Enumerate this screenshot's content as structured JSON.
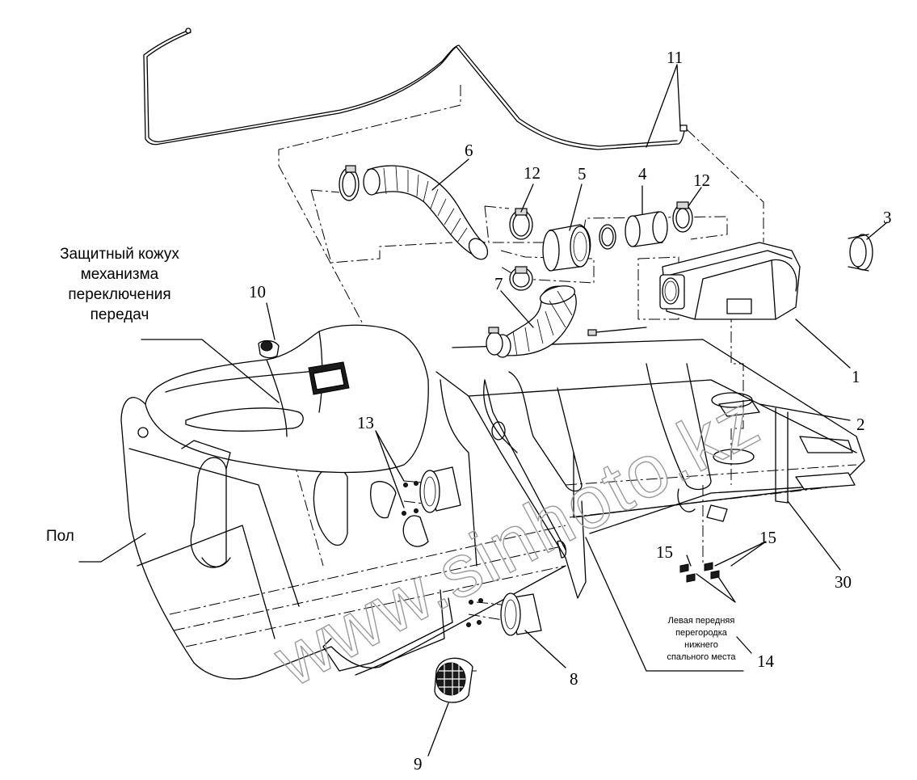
{
  "watermark": "www.sinhoto.kz",
  "labels": {
    "cover_line1": "Защитный кожух",
    "cover_line2": "механизма",
    "cover_line3": "переключения",
    "cover_line4": "передач",
    "floor": "Пол",
    "partition_line1": "Левая передняя",
    "partition_line2": "перегородка",
    "partition_line3": "нижнего",
    "partition_line4": "спального места"
  },
  "callouts": {
    "n1": "1",
    "n2": "2",
    "n3": "3",
    "n4": "4",
    "n5": "5",
    "n6": "6",
    "n7": "7",
    "n8": "8",
    "n9": "9",
    "n10": "10",
    "n11": "11",
    "n12a": "12",
    "n12b": "12",
    "n13": "13",
    "n14": "14",
    "n15a": "15",
    "n15b": "15",
    "n30": "30"
  }
}
